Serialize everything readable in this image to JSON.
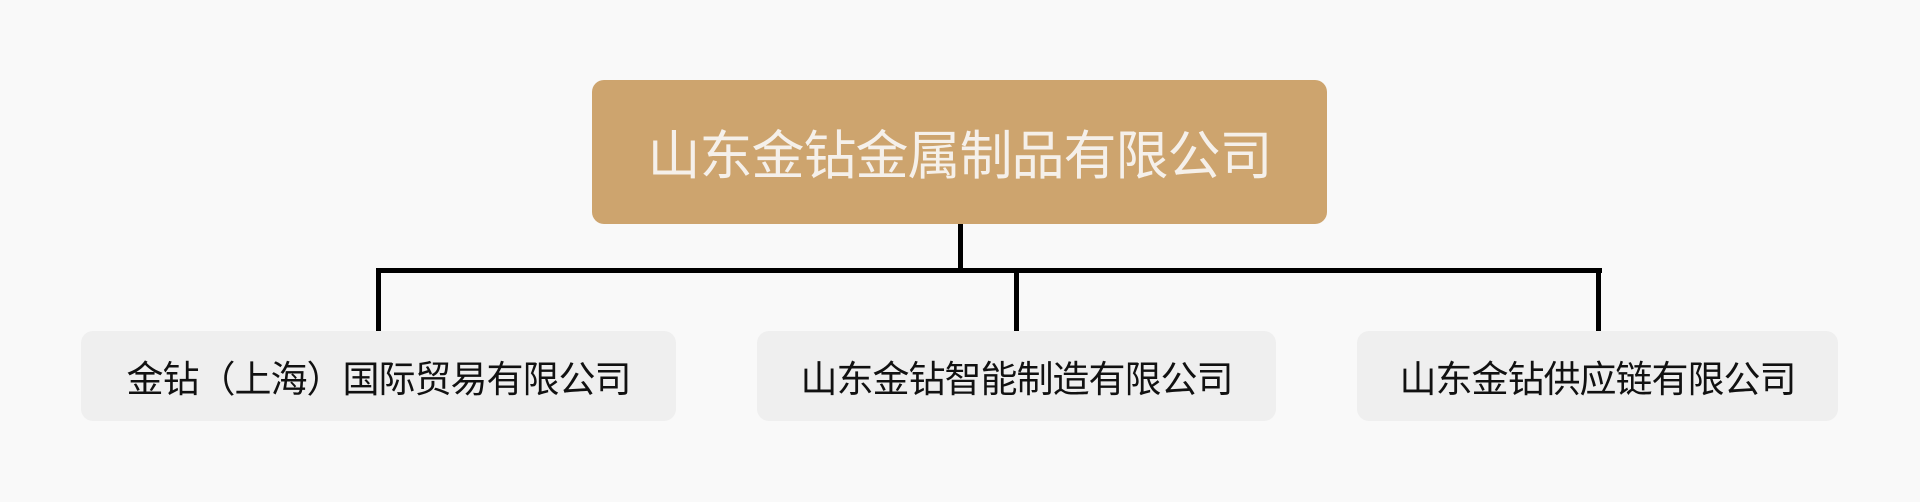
{
  "diagram": {
    "type": "org-chart",
    "colors": {
      "background": "#f9f9f9",
      "root_fill": "#cda46e",
      "root_text": "#f5f0ea",
      "child_fill": "#efefef",
      "child_text": "#111111",
      "connector": "#000000"
    },
    "root": {
      "label": "山东金钻金属制品有限公司"
    },
    "children": [
      {
        "label": "金钻（上海）国际贸易有限公司"
      },
      {
        "label": "山东金钻智能制造有限公司"
      },
      {
        "label": "山东金钻供应链有限公司"
      }
    ]
  }
}
